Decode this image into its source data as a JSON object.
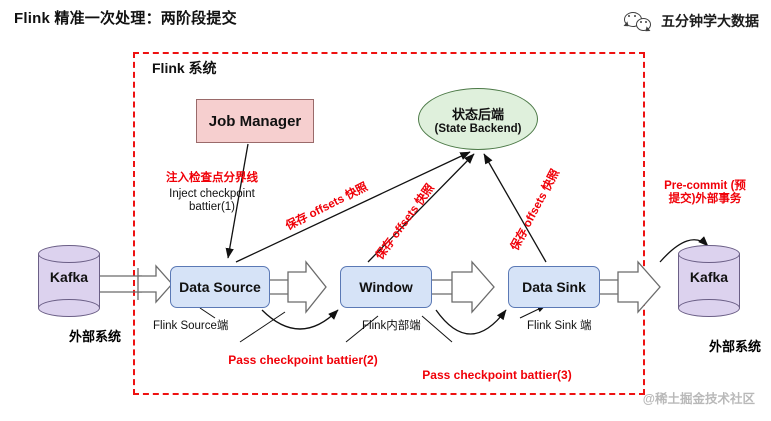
{
  "page": {
    "title": "Flink 精准一次处理：两阶段提交",
    "watermark": "@稀土掘金技术社区"
  },
  "brand": {
    "icon": "wechat-icon",
    "label": "五分钟学大数据"
  },
  "boundary": {
    "label": "Flink 系统",
    "color": "#ee1111",
    "style": "dashed"
  },
  "nodes": {
    "job_manager": {
      "label": "Job Manager",
      "fill": "#f6cfcf",
      "stroke": "#9a6a6a"
    },
    "state_backend": {
      "label_cn": "状态后端",
      "label_en": "(State Backend)",
      "fill": "#dff0dc",
      "stroke": "#4d7a48"
    },
    "data_source": {
      "label": "Data Source",
      "fill": "#d6e3f7",
      "stroke": "#5b79b5"
    },
    "window": {
      "label": "Window",
      "fill": "#d6e3f7",
      "stroke": "#5b79b5"
    },
    "data_sink": {
      "label": "Data Sink",
      "fill": "#d6e3f7",
      "stroke": "#5b79b5"
    },
    "kafka_left": {
      "label": "Kafka",
      "sub": "外部系统",
      "fill": "#dcd2ee",
      "stroke": "#6b5f86"
    },
    "kafka_right": {
      "label": "Kafka",
      "sub": "外部系统",
      "fill": "#dcd2ee",
      "stroke": "#6b5f86"
    }
  },
  "sublabels": {
    "source_side": "Flink Source端",
    "internal_side": "Flink内部端",
    "sink_side": "Flink Sink 端"
  },
  "annotations": {
    "inject_cn": "注入检查点分界线",
    "inject_en_line1": "Inject checkpoint",
    "inject_en_line2": "battier(1)",
    "save_offsets_1": "保存 offsets 快照",
    "save_offsets_2": "保存 offsets 快照",
    "save_offsets_3": "保存 offsets 快照",
    "precommit_line1": "Pre-commit (预",
    "precommit_line2": "提交)外部事务",
    "pass_checkpoint_2": "Pass checkpoint battier(2)",
    "pass_checkpoint_3": "Pass checkpoint battier(3)",
    "red": "#f00008"
  }
}
